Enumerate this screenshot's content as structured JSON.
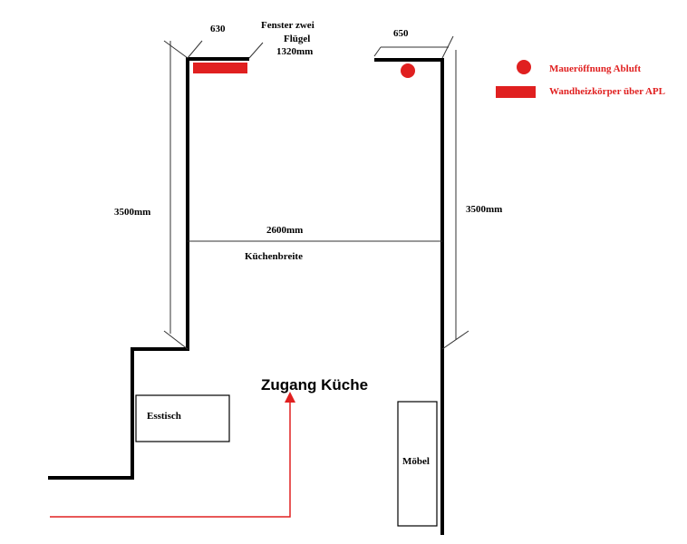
{
  "dimensions": {
    "left_window_offset": "630",
    "right_window_offset": "650",
    "window_title_line1": "Fenster zwei",
    "window_title_line2": "Flügel",
    "window_width": "1320mm",
    "left_length": "3500mm",
    "right_length": "3500mm",
    "kitchen_width": "2600mm",
    "kitchen_width_label": "Küchenbreite"
  },
  "labels": {
    "entrance": "Zugang Küche",
    "dining_table": "Esstisch",
    "furniture": "Möbel"
  },
  "legend": {
    "items": [
      {
        "symbol": "circle",
        "label": "Maueröffnung Abluft"
      },
      {
        "symbol": "rect",
        "label": "Wandheizkörper über APL"
      }
    ]
  },
  "colors": {
    "accent": "#e02020",
    "wall": "#000000"
  }
}
